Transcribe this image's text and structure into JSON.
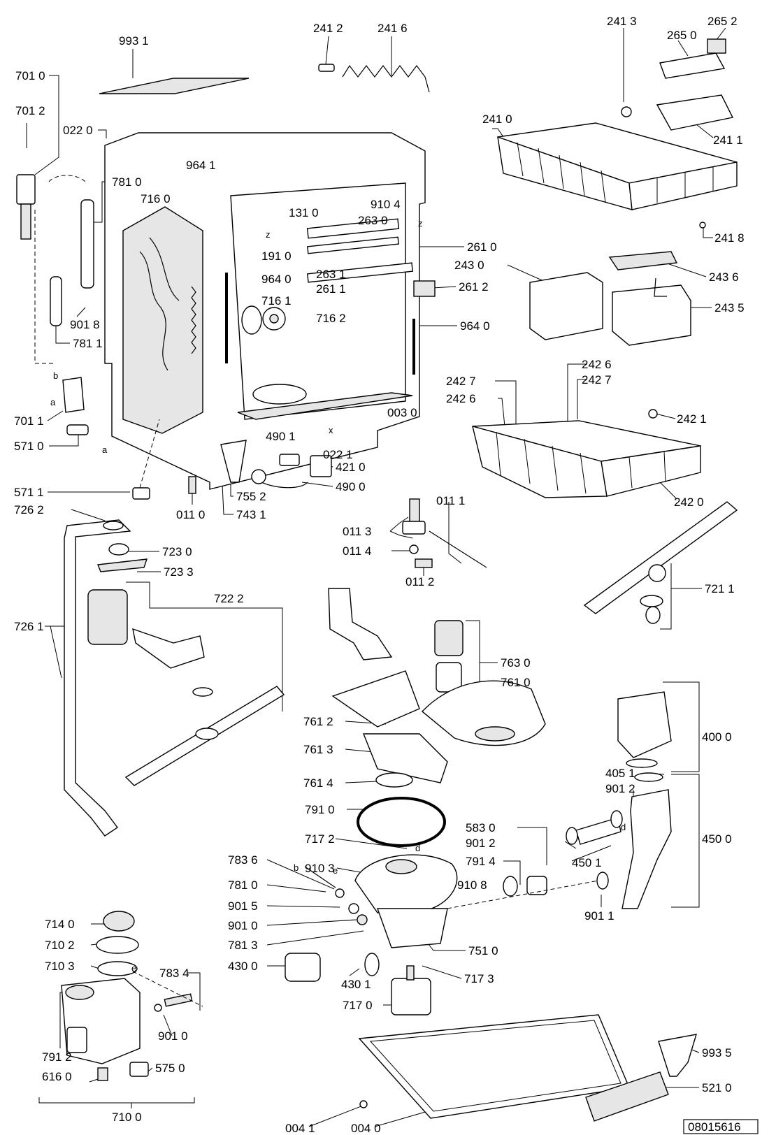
{
  "doc_number": "08015616",
  "callouts": [
    "993 1",
    "701 0",
    "701 2",
    "022 0",
    "964 1",
    "781 0",
    "716 0",
    "131 0",
    "191 0",
    "964 0",
    "716 1",
    "716 2",
    "901 8",
    "781 1",
    "701 1",
    "571 0",
    "571 1",
    "726 2",
    "723 0",
    "723 3",
    "722 2",
    "726 1",
    "241 2",
    "241 6",
    "910 4",
    "263 0",
    "263 1",
    "261 1",
    "261 0",
    "261 2",
    "964 0",
    "003 0",
    "022 1",
    "490 1",
    "421 0",
    "490 0",
    "755 2",
    "743 1",
    "011 0",
    "241 3",
    "265 0",
    "265 2",
    "241 0",
    "241 1",
    "241 8",
    "243 0",
    "243 6",
    "243 5",
    "242 7",
    "242 6",
    "242 6",
    "242 7",
    "242 1",
    "242 0",
    "011  1",
    "011 3",
    "011 4",
    "011 2",
    "721 1",
    "763 0",
    "761 0",
    "761 2",
    "761 3",
    "761 4",
    "400 0",
    "405 1",
    "901 2",
    "791 0",
    "583 0",
    "901 2",
    "450 0",
    "717 2",
    "791 4",
    "450 1",
    "910 3",
    "910 8",
    "783 6",
    "781 0",
    "901 5",
    "901 0",
    "781 3",
    "751 0",
    "901 1",
    "430 0",
    "430 1",
    "717 3",
    "717 0",
    "714 0",
    "710 2",
    "710 3",
    "783 4",
    "791 2",
    "901 0",
    "616 0",
    "575 0",
    "710 0",
    "993 5",
    "521 0",
    "004 1",
    "004 0"
  ],
  "letters": [
    "z",
    "z",
    "x",
    "b",
    "a",
    "a",
    "d",
    "d",
    "e",
    "b",
    "e"
  ]
}
